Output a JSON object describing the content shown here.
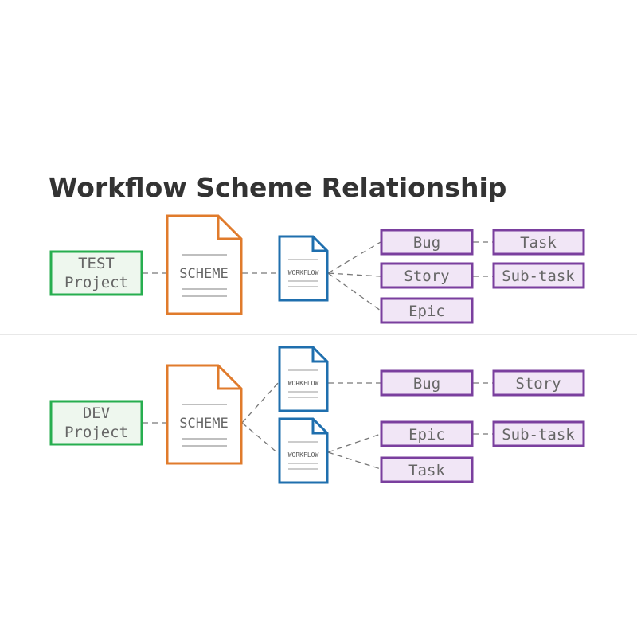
{
  "title": "Workflow Scheme Relationship",
  "colors": {
    "project_border": "#27ae4f",
    "project_fill": "#eef7ee",
    "scheme_border": "#e07b2c",
    "workflow_border": "#1f6fae",
    "issue_border": "#7a3f9e",
    "issue_fill": "#f1e6f6",
    "divider": "#d9d9d9",
    "connector": "#777777"
  },
  "sections": [
    {
      "project": {
        "line1": "TEST",
        "line2": "Project"
      },
      "scheme_label": "SCHEME",
      "workflows": [
        {
          "label": "WORKFLOW",
          "issue_types": [
            {
              "label": "Bug",
              "linked": "Task"
            },
            {
              "label": "Story",
              "linked": "Sub-task"
            },
            {
              "label": "Epic"
            }
          ]
        }
      ]
    },
    {
      "project": {
        "line1": "DEV",
        "line2": "Project"
      },
      "scheme_label": "SCHEME",
      "workflows": [
        {
          "label": "WORKFLOW",
          "issue_types": [
            {
              "label": "Bug",
              "linked": "Story"
            }
          ]
        },
        {
          "label": "WORKFLOW",
          "issue_types": [
            {
              "label": "Epic",
              "linked": "Sub-task"
            },
            {
              "label": "Task"
            }
          ]
        }
      ]
    }
  ]
}
